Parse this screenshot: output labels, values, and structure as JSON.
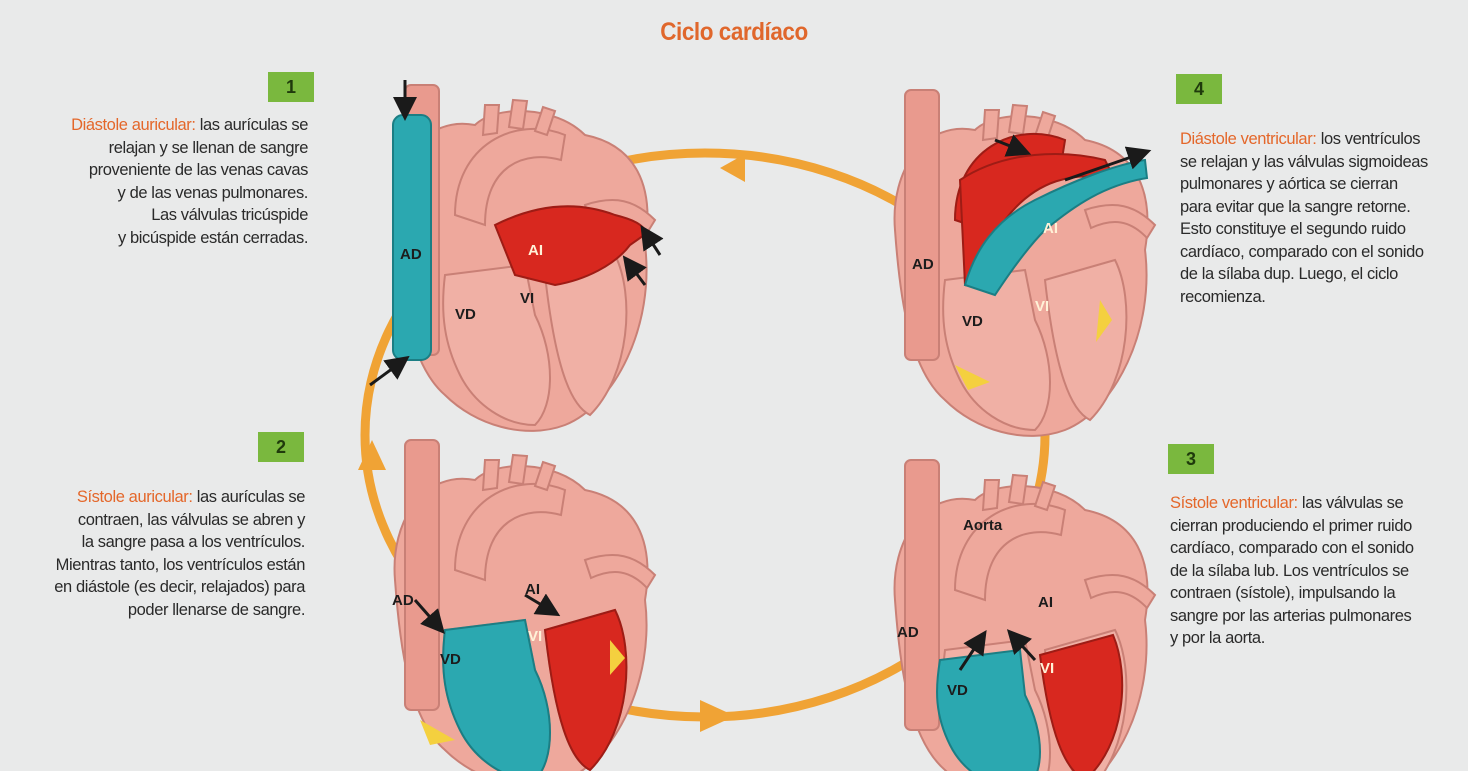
{
  "title": "Ciclo cardíaco",
  "steps": [
    {
      "number": "1",
      "term": "Diástole auricular:",
      "lines": [
        "las aurículas se",
        "relajan y se llenan de sangre",
        "proveniente de las venas cavas",
        "y de las venas pulmonares.",
        "Las válvulas tricúspide",
        "y bicúspide están cerradas."
      ]
    },
    {
      "number": "2",
      "term": "Sístole auricular:",
      "lines": [
        "las aurículas se",
        "contraen, las válvulas se abren y",
        "la sangre pasa a los ventrículos.",
        "Mientras tanto, los ventrículos están",
        "en diástole (es decir, relajados) para",
        "poder llenarse de sangre."
      ]
    },
    {
      "number": "3",
      "term": "Sístole ventricular:",
      "lines": [
        "las válvulas se",
        "cierran produciendo el primer ruido",
        "cardíaco, comparado con el sonido",
        "de la sílaba lub. Los ventrículos se",
        "contraen (sístole), impulsando la",
        "sangre por las arterias pulmonares",
        "y por la aorta."
      ]
    },
    {
      "number": "4",
      "term": "Diástole ventricular:",
      "lines": [
        "los ventrículos",
        "se relajan y las válvulas sigmoideas",
        "pulmonares y aórtica se cierran",
        "para evitar que la sangre retorne.",
        "Esto constituye el segundo ruido",
        "cardíaco, comparado con el sonido",
        "de la sílaba dup. Luego, el ciclo",
        "recomienza."
      ]
    }
  ],
  "heart_labels": {
    "ad": "AD",
    "ai": "AI",
    "vd": "VD",
    "vi": "VI",
    "aorta": "Aorta"
  },
  "colors": {
    "title": "#e0672c",
    "term": "#e4672a",
    "badge": "#7ab83e",
    "cycle": "#f0a335",
    "oxygen_poor": "#2ba8b0",
    "oxygen_rich": "#d8281f",
    "tissue": "#e89a8f"
  }
}
